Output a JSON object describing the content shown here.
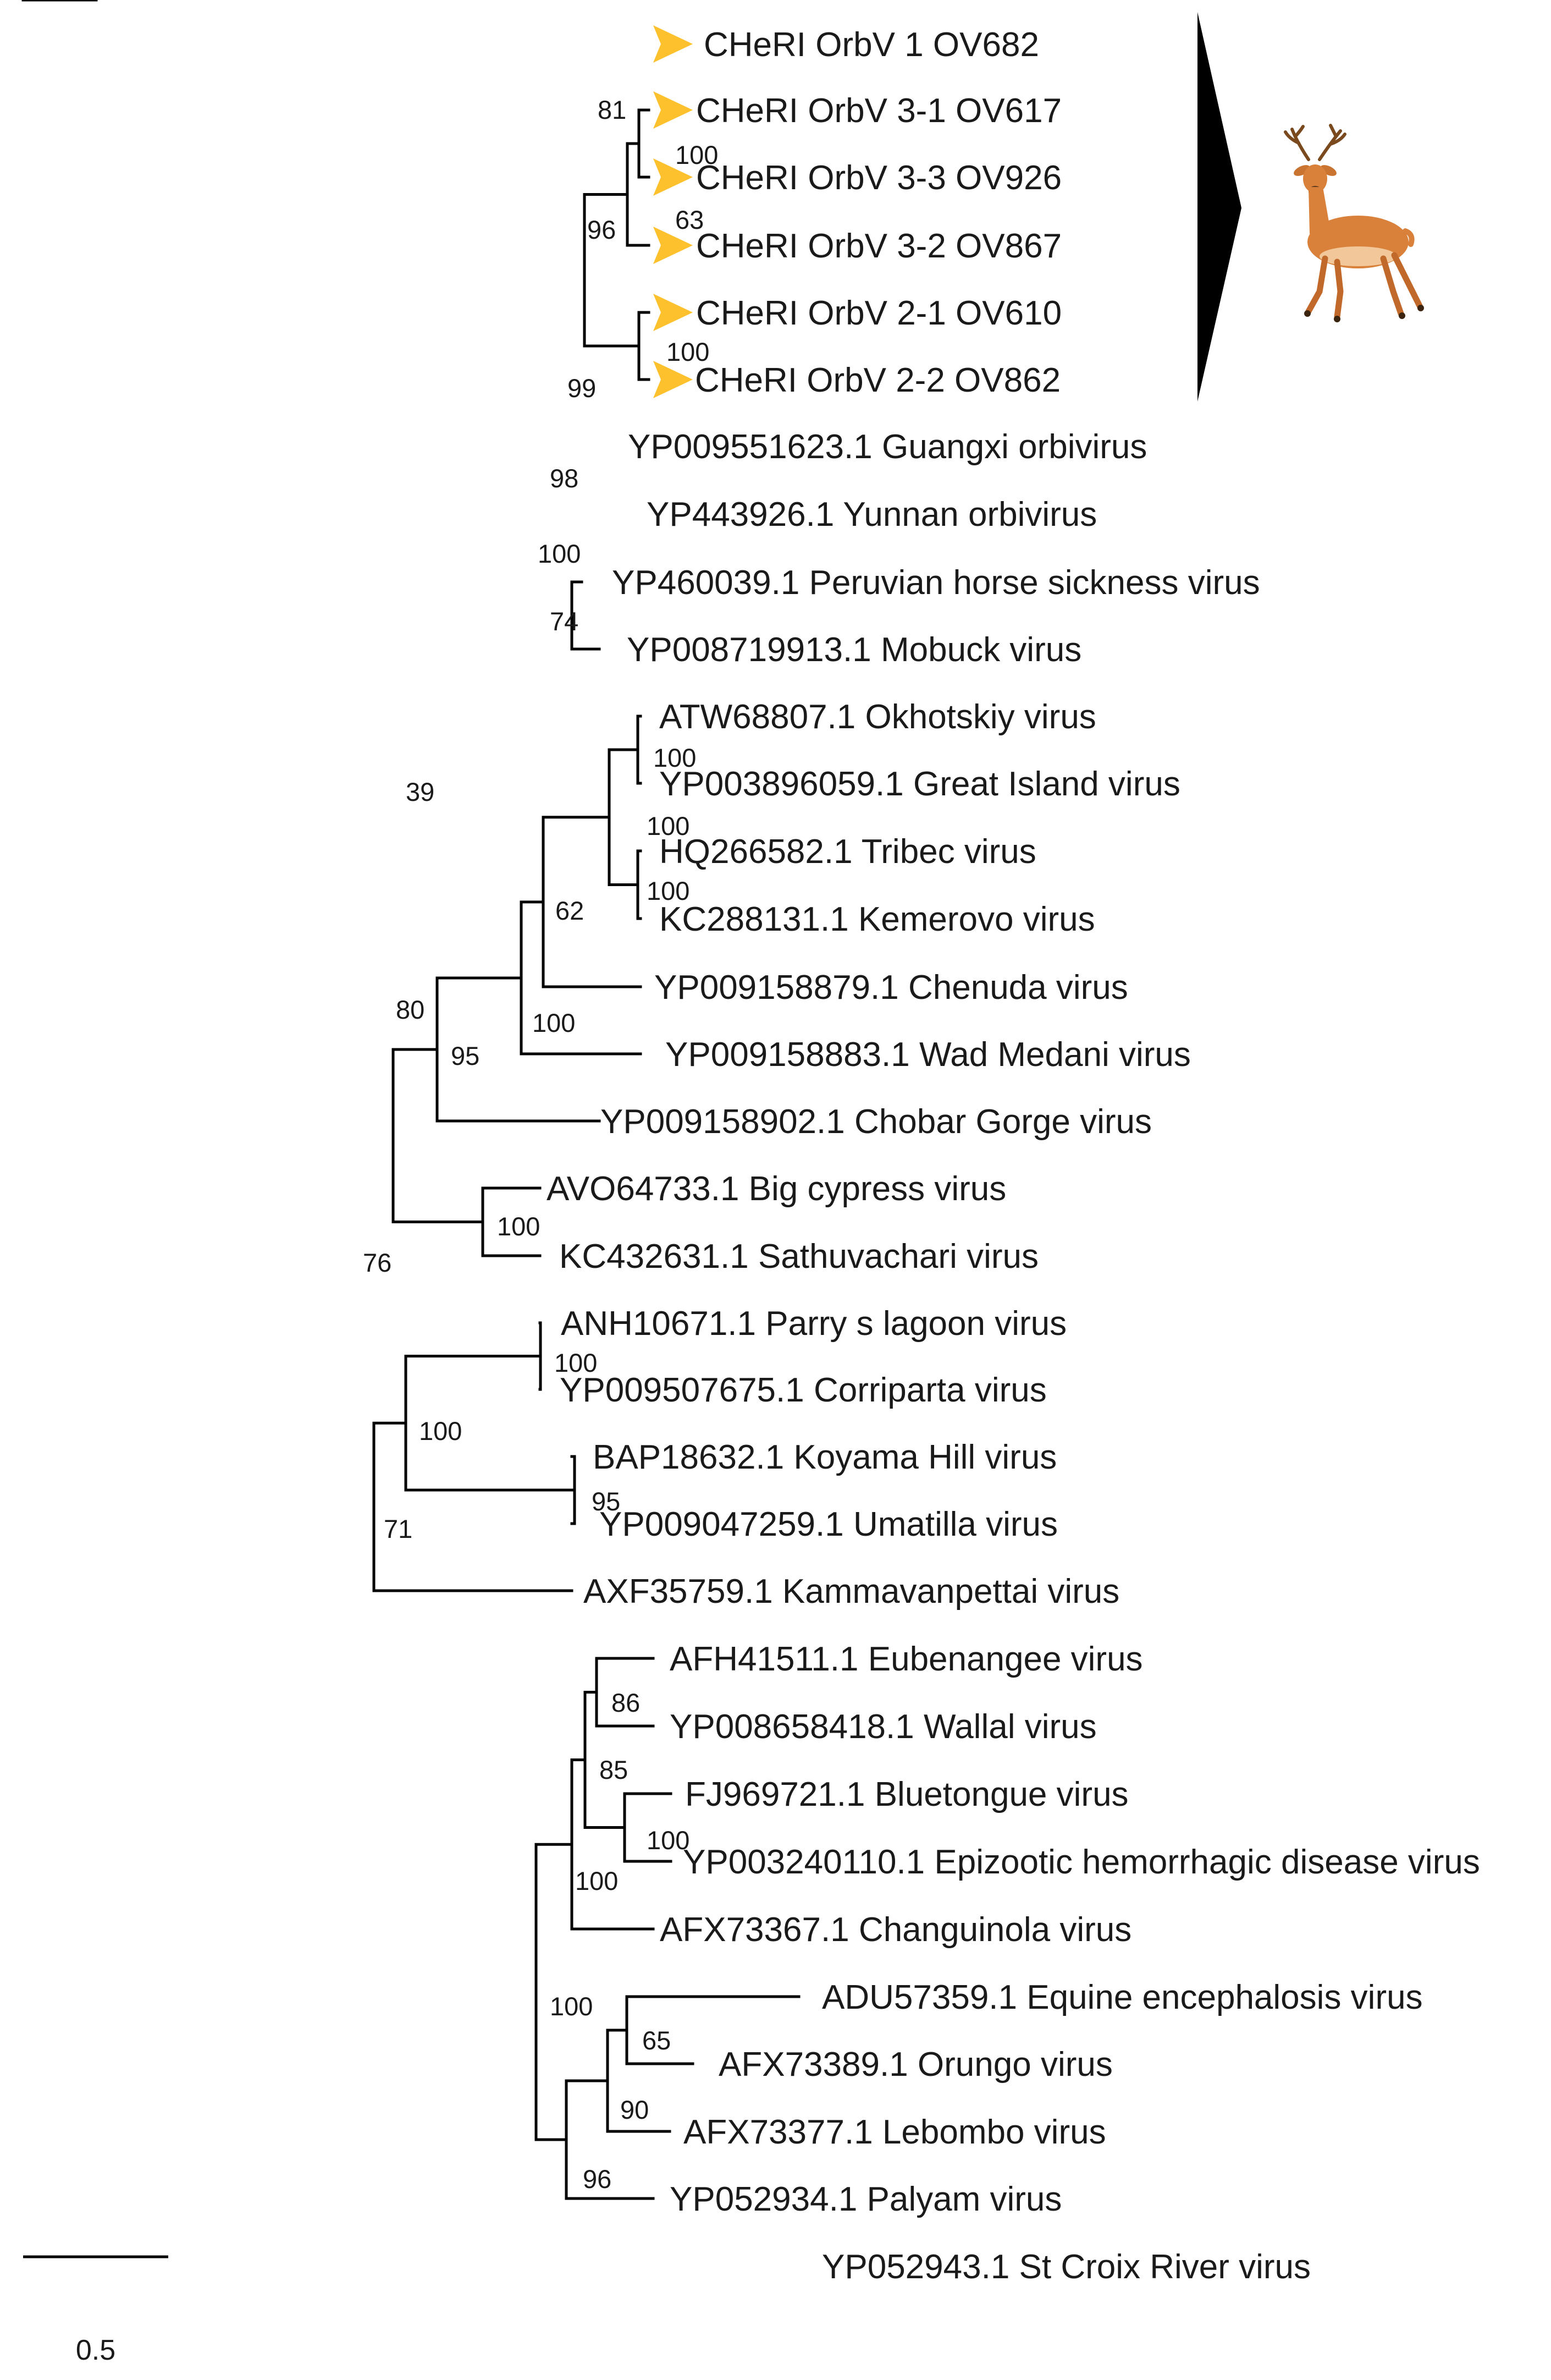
{
  "tree": {
    "tips": [
      {
        "id": "t1",
        "label": "CHeRI OrbV 1 OV682",
        "highlight": true
      },
      {
        "id": "t2",
        "label": "CHeRI OrbV 3-1 OV617",
        "highlight": true
      },
      {
        "id": "t3",
        "label": "CHeRI OrbV 3-3 OV926",
        "highlight": true
      },
      {
        "id": "t4",
        "label": "CHeRI OrbV 3-2 OV867",
        "highlight": true
      },
      {
        "id": "t5",
        "label": "CHeRI OrbV 2-1 OV610",
        "highlight": true
      },
      {
        "id": "t6",
        "label": "CHeRI OrbV 2-2 OV862",
        "highlight": true
      },
      {
        "id": "t7",
        "label": "YP009551623.1  Guangxi orbivirus"
      },
      {
        "id": "t8",
        "label": "YP443926.1  Yunnan orbivirus"
      },
      {
        "id": "t9",
        "label": "YP460039.1  Peruvian horse sickness virus"
      },
      {
        "id": "t10",
        "label": "YP008719913.1  Mobuck virus"
      },
      {
        "id": "t11",
        "label": "ATW68807.1  Okhotskiy virus"
      },
      {
        "id": "t12",
        "label": "YP003896059.1  Great Island virus"
      },
      {
        "id": "t13",
        "label": "HQ266582.1  Tribec virus"
      },
      {
        "id": "t14",
        "label": "KC288131.1  Kemerovo virus"
      },
      {
        "id": "t15",
        "label": "YP009158879.1  Chenuda virus"
      },
      {
        "id": "t16",
        "label": "YP009158883.1  Wad Medani virus"
      },
      {
        "id": "t17",
        "label": "YP009158902.1  Chobar Gorge virus"
      },
      {
        "id": "t18",
        "label": "AVO64733.1  Big cypress virus"
      },
      {
        "id": "t19",
        "label": "KC432631.1  Sathuvachari virus"
      },
      {
        "id": "t20",
        "label": "ANH10671.1  Parry s lagoon virus"
      },
      {
        "id": "t21",
        "label": "YP009507675.1  Corriparta virus"
      },
      {
        "id": "t22",
        "label": "BAP18632.1  Koyama Hill virus"
      },
      {
        "id": "t23",
        "label": "YP009047259.1  Umatilla virus"
      },
      {
        "id": "t24",
        "label": "AXF35759.1  Kammavanpettai virus"
      },
      {
        "id": "t25",
        "label": "AFH41511.1  Eubenangee virus"
      },
      {
        "id": "t26",
        "label": "YP008658418.1  Wallal virus"
      },
      {
        "id": "t27",
        "label": "FJ969721.1  Bluetongue virus"
      },
      {
        "id": "t28",
        "label": "YP003240110.1  Epizootic hemorrhagic disease virus"
      },
      {
        "id": "t29",
        "label": "AFX73367.1  Changuinola virus"
      },
      {
        "id": "t30",
        "label": "ADU57359.1  Equine encephalosis virus"
      },
      {
        "id": "t31",
        "label": "AFX73389.1  Orungo virus"
      },
      {
        "id": "t32",
        "label": "AFX73377.1  Lebombo virus"
      },
      {
        "id": "t33",
        "label": "YP052934.1  Palyam virus"
      },
      {
        "id": "t34",
        "label": "YP052943.1  St Croix River virus"
      }
    ],
    "support_values": [
      81,
      100,
      63,
      96,
      100,
      99,
      98,
      100,
      74,
      100,
      100,
      100,
      62,
      100,
      95,
      80,
      39,
      100,
      100,
      95,
      100,
      71,
      76,
      86,
      85,
      100,
      100,
      65,
      90,
      96,
      100
    ],
    "scale_bar": {
      "label": "0.5",
      "length": 0.5
    },
    "colors": {
      "branch": "#000000",
      "highlight_marker": "#fcc12d",
      "clade_wedge": "#000000",
      "deer_body": "#d9813b"
    }
  }
}
